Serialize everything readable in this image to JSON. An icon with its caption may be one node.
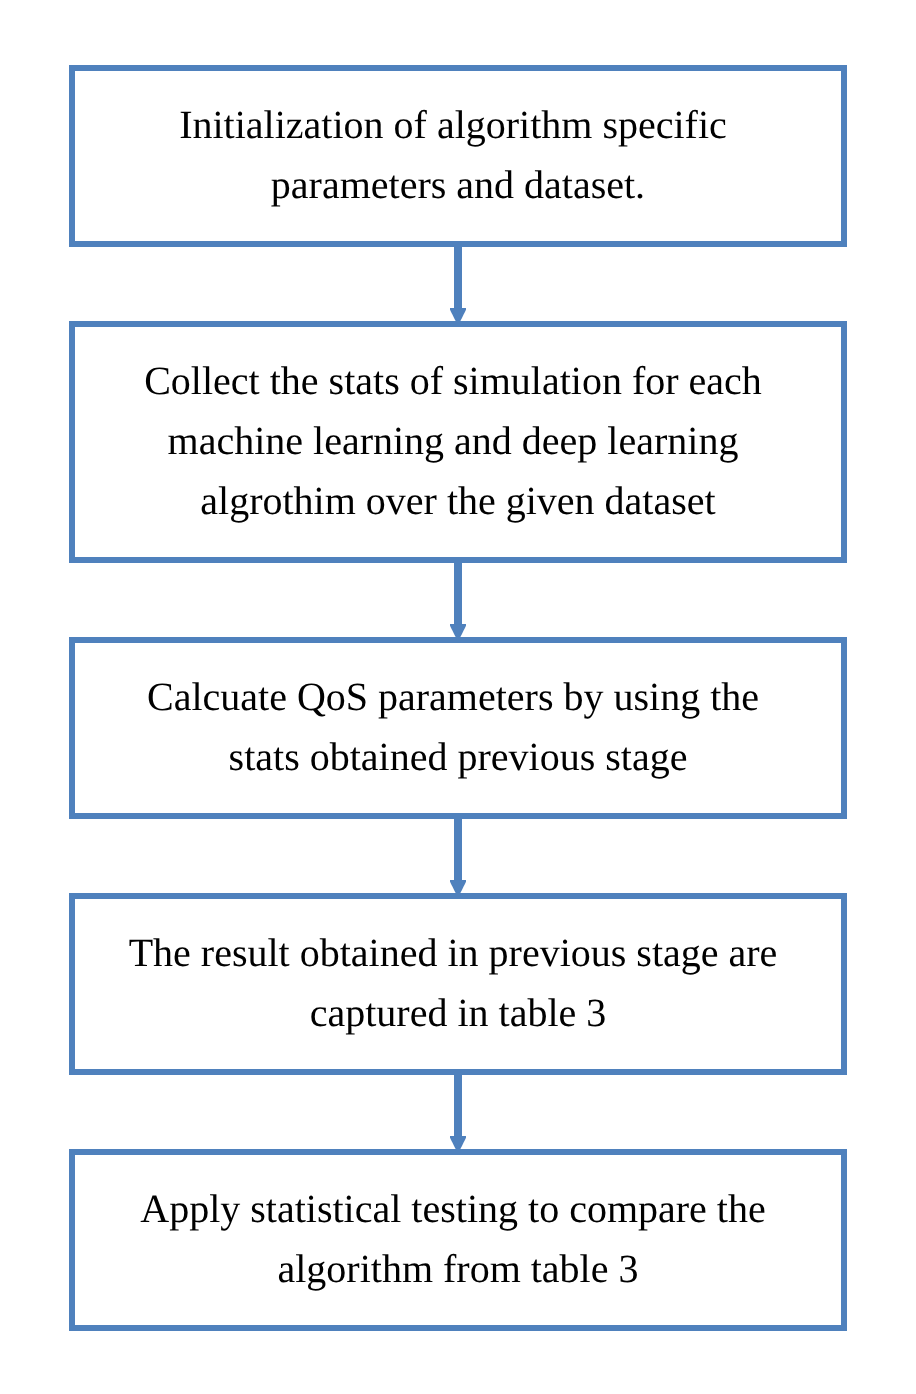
{
  "diagram": {
    "nodes": [
      {
        "text": [
          "Initialization of algorithm specific parameters and dataset."
        ]
      },
      {
        "text": [
          "Collect the stats of simulation for each machine learning and deep learning algrothim over the given dataset"
        ]
      },
      {
        "text": [
          "Calcuate QoS parameters by using the stats obtained previous stage"
        ]
      },
      {
        "text": [
          "The result obtained in previous stage are captured in table 3"
        ]
      },
      {
        "text": [
          "Apply statistical testing to compare the algorithm from table 3"
        ]
      }
    ],
    "edges": [
      {
        "from": 0,
        "to": 1,
        "arrow": "to"
      },
      {
        "from": 1,
        "to": 2,
        "arrow": "to"
      },
      {
        "from": 2,
        "to": 3,
        "arrow": "to"
      },
      {
        "from": 3,
        "to": 4,
        "arrow": "to"
      }
    ]
  }
}
